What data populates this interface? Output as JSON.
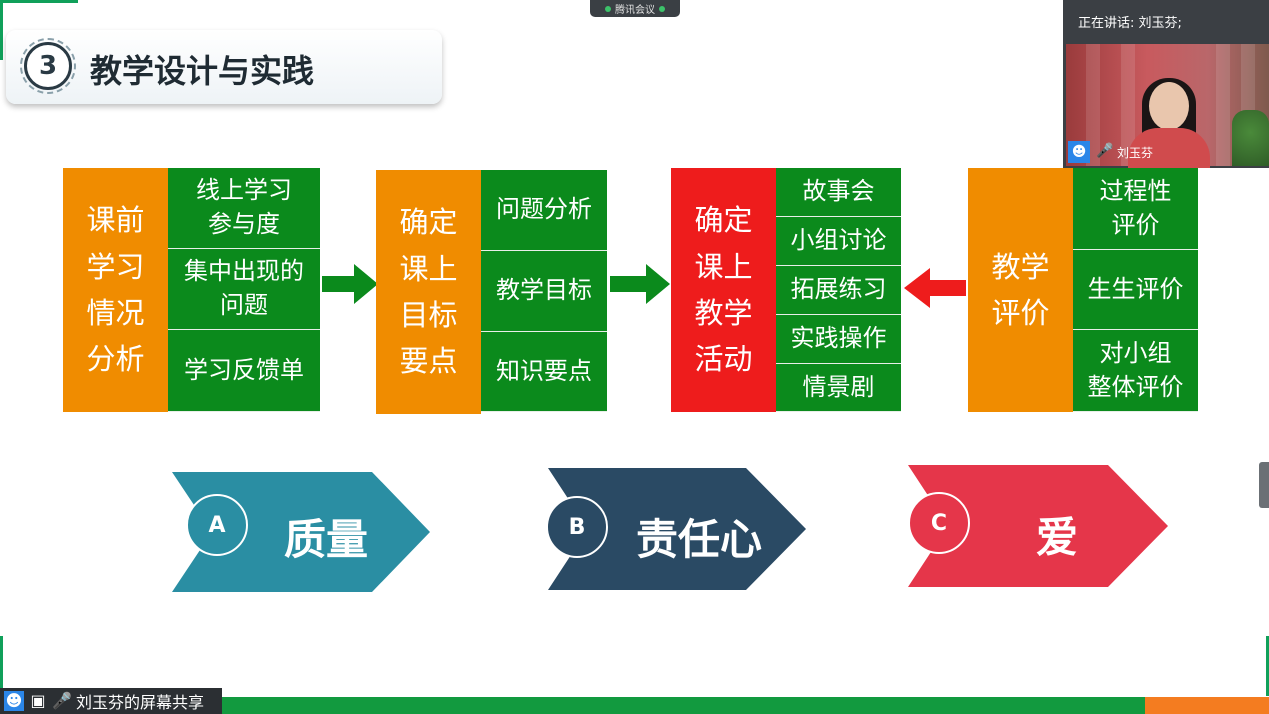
{
  "meeting": {
    "app_label": "腾讯会议"
  },
  "speaker_panel": {
    "speaking_label": "正在讲话: 刘玉芬;",
    "participant_name": "刘玉芬",
    "icons": {
      "user": "user-icon",
      "mic": "mic-icon"
    }
  },
  "slide": {
    "section_number": "3",
    "section_title": "教学设计与实践",
    "flow": [
      {
        "head": "课前\n学习\n情况\n分析",
        "color": "#f08c00",
        "items": [
          "线上学习\n参与度",
          "集中出现的\n问题",
          "学习反馈单"
        ]
      },
      {
        "head": "确定\n课上\n目标\n要点",
        "color": "#f08c00",
        "items": [
          "问题分析",
          "教学目标",
          "知识要点"
        ]
      },
      {
        "head": "确定\n课上\n教学\n活动",
        "color": "#ee1c1c",
        "items": [
          "故事会",
          "小组讨论",
          "拓展练习",
          "实践操作",
          "情景剧"
        ]
      },
      {
        "head": "教学\n评价",
        "color": "#f08c00",
        "items": [
          "过程性\n评价",
          "生生评价",
          "对小组\n整体评价"
        ]
      }
    ],
    "arrows": [
      {
        "direction": "right",
        "color": "#0b8a1c"
      },
      {
        "direction": "right",
        "color": "#0b8a1c"
      },
      {
        "direction": "left",
        "color": "#ee1c1c"
      }
    ],
    "values": [
      {
        "letter": "A",
        "label": "质量",
        "color": "#2a8ea3"
      },
      {
        "letter": "B",
        "label": "责任心",
        "color": "#2a4a64"
      },
      {
        "letter": "C",
        "label": "爱",
        "color": "#e5364a"
      }
    ]
  },
  "screen_share": {
    "label": "刘玉芬的屏幕共享"
  }
}
